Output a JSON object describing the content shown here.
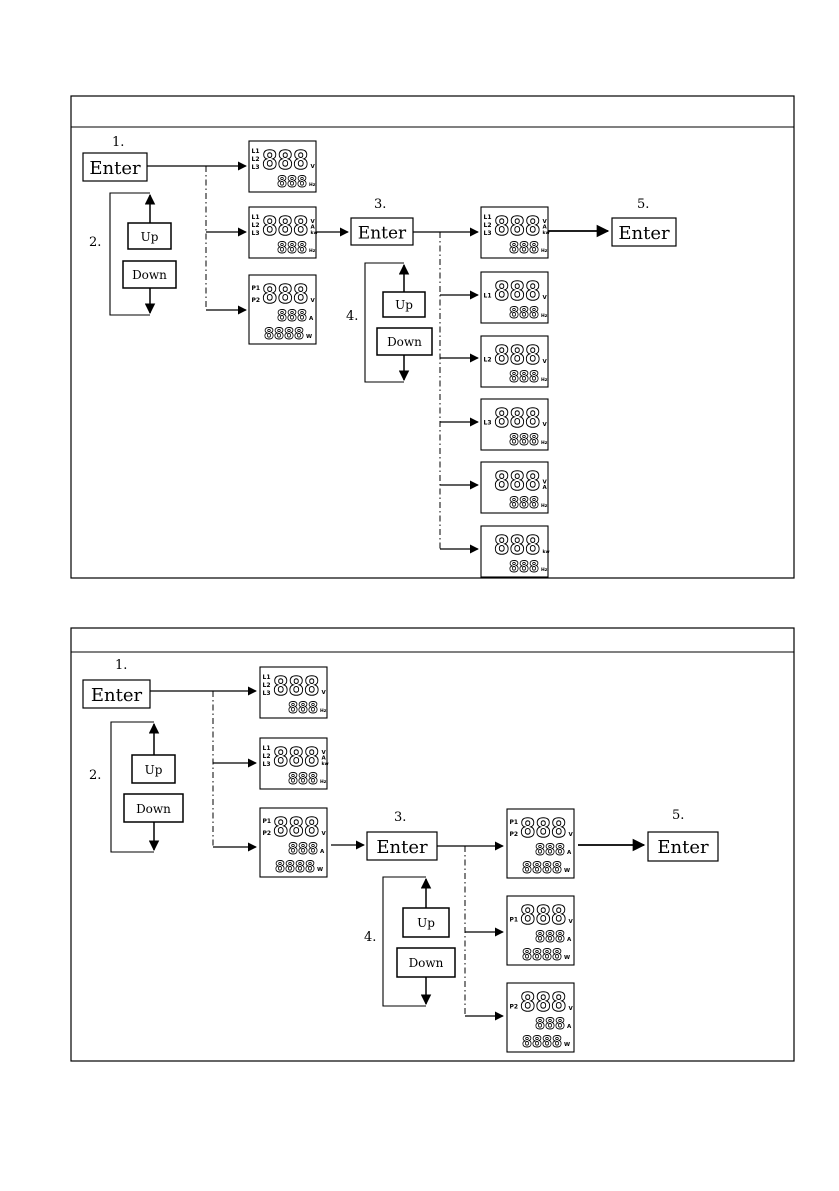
{
  "panels": [
    {
      "title": "",
      "steps": {
        "s1": "1.",
        "s2": "2.",
        "s3": "3.",
        "s4": "4.",
        "s5": "5."
      },
      "buttons": {
        "enter": "Enter",
        "up": "Up",
        "down": "Down"
      },
      "displays": [
        {
          "id": "d1",
          "rows": [
            {
              "tags": [
                "L1",
                "L2",
                "L3"
              ],
              "digits": "888",
              "units": [
                "V"
              ]
            },
            {
              "tags": [],
              "digits": "888",
              "units": [
                "Hz"
              ]
            }
          ]
        },
        {
          "id": "d2",
          "rows": [
            {
              "tags": [
                "L1",
                "L2",
                "L3"
              ],
              "digits": "888",
              "units": [
                "V",
                "A",
                "kw"
              ]
            },
            {
              "tags": [],
              "digits": "888",
              "units": [
                "Hz"
              ]
            }
          ]
        },
        {
          "id": "d3",
          "rows": [
            {
              "tags": [
                "P1",
                "P2"
              ],
              "digits": "888",
              "units": [
                "V"
              ]
            },
            {
              "tags": [],
              "digits": "888",
              "units": [
                "A"
              ]
            },
            {
              "tags": [],
              "digits": "8888",
              "units": [
                "W"
              ]
            }
          ]
        },
        {
          "id": "d4",
          "rows": [
            {
              "tags": [
                "L1",
                "L2",
                "L3"
              ],
              "digits": "888",
              "units": [
                "V",
                "A",
                "kw"
              ]
            },
            {
              "tags": [],
              "digits": "888",
              "units": [
                "Hz"
              ]
            }
          ]
        },
        {
          "id": "d5",
          "rows": [
            {
              "tags": [
                "L1"
              ],
              "digits": "888",
              "units": [
                "V"
              ]
            },
            {
              "tags": [],
              "digits": "888",
              "units": [
                "Hz"
              ]
            }
          ]
        },
        {
          "id": "d6",
          "rows": [
            {
              "tags": [
                "L2"
              ],
              "digits": "888",
              "units": [
                "V"
              ]
            },
            {
              "tags": [],
              "digits": "888",
              "units": [
                "Hz"
              ]
            }
          ]
        },
        {
          "id": "d7",
          "rows": [
            {
              "tags": [
                "L3"
              ],
              "digits": "888",
              "units": [
                "V"
              ]
            },
            {
              "tags": [],
              "digits": "888",
              "units": [
                "Hz"
              ]
            }
          ]
        },
        {
          "id": "d8",
          "rows": [
            {
              "tags": [],
              "digits": "888",
              "units": [
                "V",
                "A"
              ]
            },
            {
              "tags": [],
              "digits": "888",
              "units": [
                "Hz"
              ]
            }
          ]
        },
        {
          "id": "d9",
          "rows": [
            {
              "tags": [],
              "digits": "888",
              "units": [
                "kw"
              ]
            },
            {
              "tags": [],
              "digits": "888",
              "units": [
                "Hz"
              ]
            }
          ]
        }
      ]
    },
    {
      "title": "",
      "steps": {
        "s1": "1.",
        "s2": "2.",
        "s3": "3.",
        "s4": "4.",
        "s5": "5."
      },
      "buttons": {
        "enter": "Enter",
        "up": "Up",
        "down": "Down"
      },
      "displays": [
        {
          "id": "d1",
          "rows": [
            {
              "tags": [
                "L1",
                "L2",
                "L3"
              ],
              "digits": "888",
              "units": [
                "V"
              ]
            },
            {
              "tags": [],
              "digits": "888",
              "units": [
                "Hz"
              ]
            }
          ]
        },
        {
          "id": "d2",
          "rows": [
            {
              "tags": [
                "L1",
                "L2",
                "L3"
              ],
              "digits": "888",
              "units": [
                "V",
                "A",
                "kw"
              ]
            },
            {
              "tags": [],
              "digits": "888",
              "units": [
                "Hz"
              ]
            }
          ]
        },
        {
          "id": "d3",
          "rows": [
            {
              "tags": [
                "P1",
                "P2"
              ],
              "digits": "888",
              "units": [
                "V"
              ]
            },
            {
              "tags": [],
              "digits": "888",
              "units": [
                "A"
              ]
            },
            {
              "tags": [],
              "digits": "8888",
              "units": [
                "W"
              ]
            }
          ]
        },
        {
          "id": "d4",
          "rows": [
            {
              "tags": [
                "P1",
                "P2"
              ],
              "digits": "888",
              "units": [
                "V"
              ]
            },
            {
              "tags": [],
              "digits": "888",
              "units": [
                "A"
              ]
            },
            {
              "tags": [],
              "digits": "8888",
              "units": [
                "W"
              ]
            }
          ]
        },
        {
          "id": "d5",
          "rows": [
            {
              "tags": [
                "P1"
              ],
              "digits": "888",
              "units": [
                "V"
              ]
            },
            {
              "tags": [],
              "digits": "888",
              "units": [
                "A"
              ]
            },
            {
              "tags": [],
              "digits": "8888",
              "units": [
                "W"
              ]
            }
          ]
        },
        {
          "id": "d6",
          "rows": [
            {
              "tags": [
                "P2"
              ],
              "digits": "888",
              "units": [
                "V"
              ]
            },
            {
              "tags": [],
              "digits": "888",
              "units": [
                "A"
              ]
            },
            {
              "tags": [],
              "digits": "8888",
              "units": [
                "W"
              ]
            }
          ]
        }
      ]
    }
  ]
}
